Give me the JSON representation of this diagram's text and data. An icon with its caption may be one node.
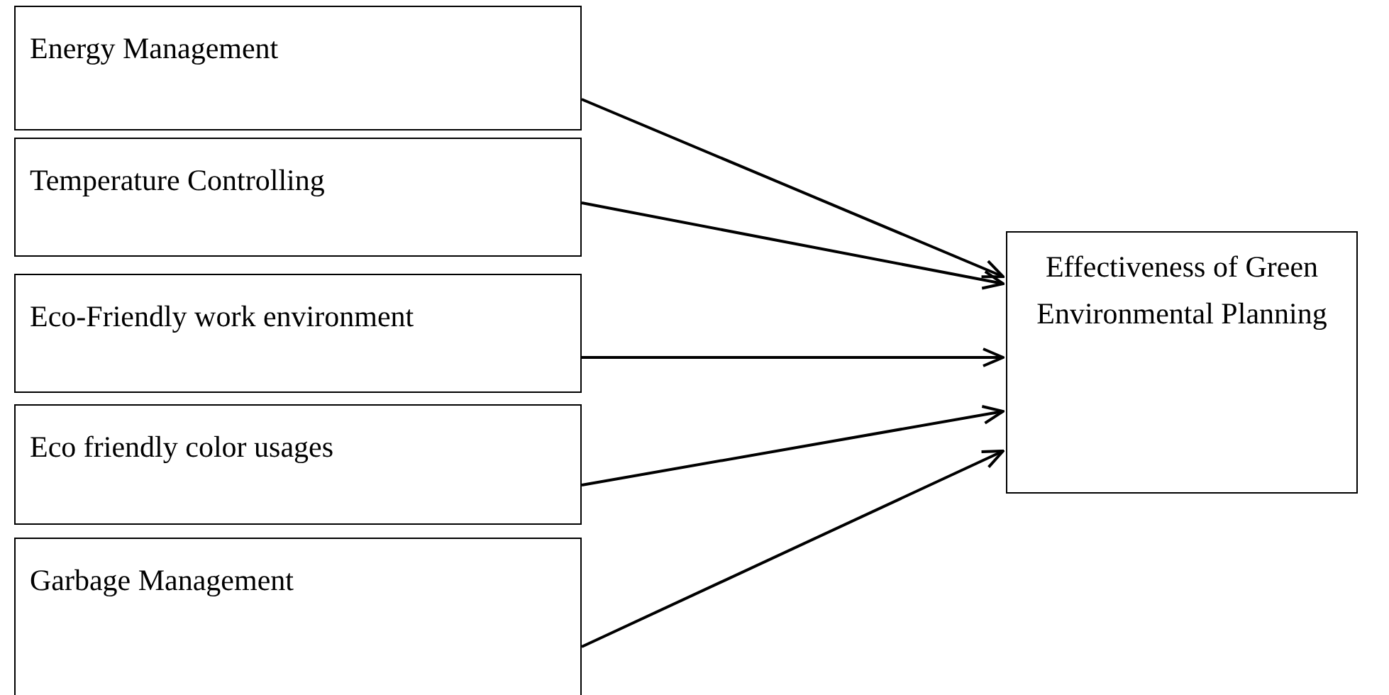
{
  "diagram": {
    "nodes": [
      {
        "text": [
          "Energy Management"
        ]
      },
      {
        "text": [
          "Temperature Controlling"
        ]
      },
      {
        "text": [
          "Eco-Friendly work environment"
        ]
      },
      {
        "text": [
          "Eco friendly color usages"
        ]
      },
      {
        "text": [
          "Garbage Management"
        ]
      },
      {
        "text": [
          "Effectiveness of Green Environmental Planning"
        ]
      }
    ],
    "edges": [
      {
        "from": 0,
        "to": 5,
        "arrow": "to"
      },
      {
        "from": 1,
        "to": 5,
        "arrow": "to"
      },
      {
        "from": 2,
        "to": 5,
        "arrow": "to"
      },
      {
        "from": 3,
        "to": 5,
        "arrow": "to"
      },
      {
        "from": 4,
        "to": 5,
        "arrow": "to"
      }
    ]
  }
}
